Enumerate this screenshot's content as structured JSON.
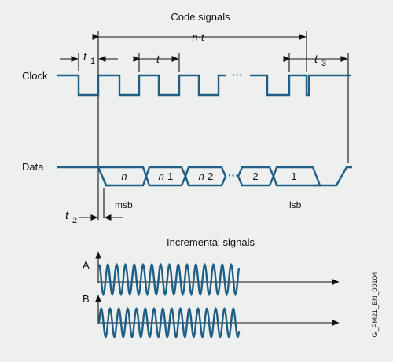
{
  "titles": {
    "code": "Code signals",
    "incremental": "Incremental signals"
  },
  "timing": {
    "total": "n·t",
    "t": "t",
    "t1": "t",
    "t1_sub": "1",
    "t2": "t",
    "t2_sub": "2",
    "t3": "t",
    "t3_sub": "3",
    "dots": "···"
  },
  "rows": {
    "clock": "Clock",
    "data": "Data",
    "a": "A",
    "b": "B"
  },
  "data_cells": [
    "n",
    "n-1",
    "n-2",
    "2",
    "1"
  ],
  "data_cell_prefix": "n",
  "data_cell_suffixes": [
    "-1",
    "-2"
  ],
  "markers": {
    "msb": "msb",
    "lsb": "lsb"
  },
  "figure_id": "G_PM21_EN_00104",
  "colors": {
    "signal": "#1f5f86",
    "background": "#eef0ef",
    "lines": "#111111"
  }
}
